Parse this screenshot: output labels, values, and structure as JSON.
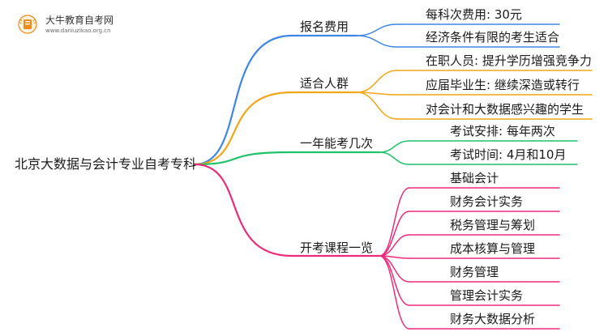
{
  "logo": {
    "title": "大牛教育自考网",
    "url": "www.daniuzikao.org.cn",
    "icon": "book-badge-icon"
  },
  "root": {
    "label": "北京大数据与会计专业自考专科"
  },
  "branches": [
    {
      "id": "fee",
      "label": "报名费用",
      "color": "#3d86e8",
      "children": [
        "每科次费用: 30元",
        "经济条件有限的考生适合"
      ]
    },
    {
      "id": "audience",
      "label": "适合人群",
      "color": "#f2a618",
      "children": [
        "在职人员: 提升学历增强竞争力",
        "应届毕业生: 继续深造或转行",
        "对会计和大数据感兴趣的学生"
      ]
    },
    {
      "id": "frequency",
      "label": "一年能考几次",
      "color": "#1fc26b",
      "children": [
        "考试安排: 每年两次",
        "考试时间: 4月和10月"
      ]
    },
    {
      "id": "courses",
      "label": "开考课程一览",
      "color": "#ee2a7b",
      "children": [
        "基础会计",
        "财务会计实务",
        "税务管理与筹划",
        "成本核算与管理",
        "财务管理",
        "管理会计实务",
        "财务大数据分析"
      ]
    }
  ]
}
